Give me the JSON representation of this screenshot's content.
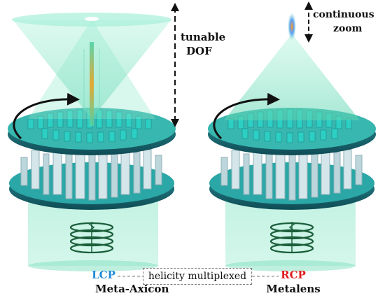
{
  "annotations": {
    "tunable": "tunable",
    "dof": "DOF",
    "continuous": "continuous",
    "zoom": "zoom"
  },
  "left_device": {
    "polarization": "LCP",
    "name": "Meta-Axicon"
  },
  "right_device": {
    "polarization": "RCP",
    "name": "Metalens"
  },
  "connector": {
    "label": "helicity multiplexed"
  },
  "colors": {
    "beam": "#7fe0c0",
    "metasurface_teal": "#2fb5b0",
    "pillar": "#bcd6dc",
    "lcp": "#1e8ad6",
    "rcp": "#e21b1b",
    "arrow": "#111111"
  }
}
